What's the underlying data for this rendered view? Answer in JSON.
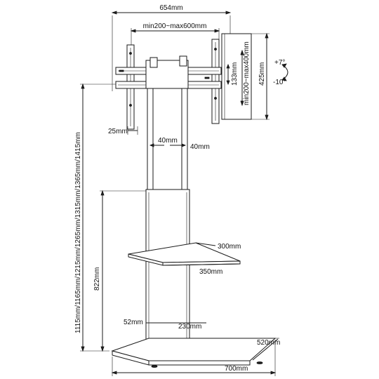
{
  "dimensions": {
    "bracket_width": "654mm",
    "vesa_horizontal": "min200~max600mm",
    "vesa_vertical": "min200~max400mm",
    "arm_offset": "133mm",
    "bracket_height": "425mm",
    "tilt_up": "+7°",
    "tilt_down": "-10°",
    "bracket_depth": "25mm",
    "pole_left": "40mm",
    "pole_right": "40mm",
    "height_range": "1115mm/1165mm/1215mm/1265mm/1315mm/1365mm/1415mm",
    "shelf_depth": "300mm",
    "shelf_width": "350mm",
    "column_height": "822mm",
    "base_offset": "52mm",
    "base_inner": "230mm",
    "base_depth": "520mm",
    "base_width": "700mm"
  }
}
